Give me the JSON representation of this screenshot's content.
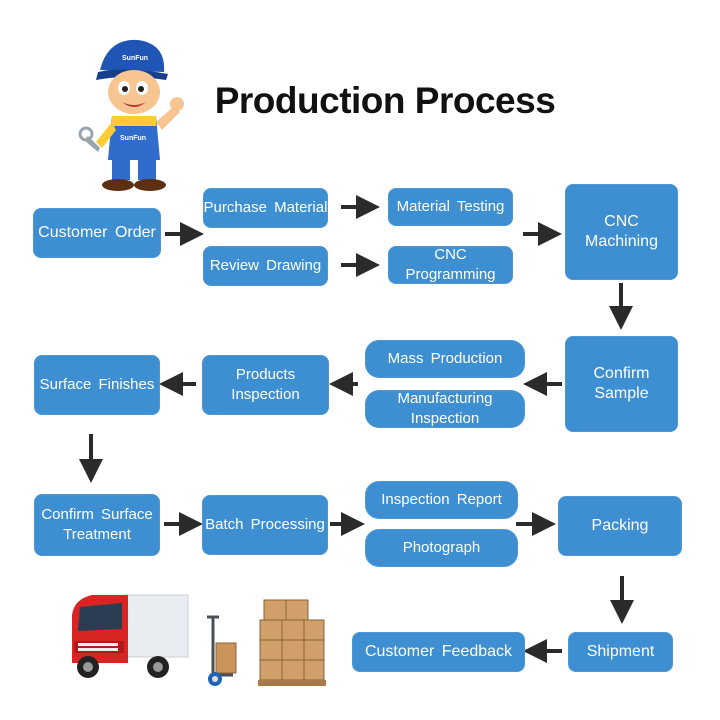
{
  "title": "Production Process",
  "mascot_cap_text": "SunFun",
  "mascot_chest_text": "SunFun",
  "colors": {
    "box": "#3d8fd1",
    "arrow": "#2b2b2b",
    "title": "#111111"
  },
  "steps": {
    "customer_order": "Customer Order",
    "purchase_material": "Purchase Material",
    "material_testing": "Material Testing",
    "review_drawing": "Review Drawing",
    "cnc_programming": "CNC Programming",
    "cnc_machining": "CNC\nMachining",
    "confirm_sample": "Confirm\nSample",
    "mass_production": "Mass Production",
    "manufacturing_inspection": "Manufacturing Inspection",
    "products_inspection": "Products Inspection",
    "surface_finishes": "Surface Finishes",
    "confirm_surface_treatment": "Confirm Surface\nTreatment",
    "batch_processing": "Batch Processing",
    "inspection_report": "Inspection Report",
    "photograph": "Photograph",
    "packing": "Packing",
    "shipment": "Shipment",
    "customer_feedback": "Customer Feedback"
  },
  "illustrations": [
    "mascot-worker",
    "red-truck",
    "hand-truck",
    "cardboard-boxes"
  ]
}
